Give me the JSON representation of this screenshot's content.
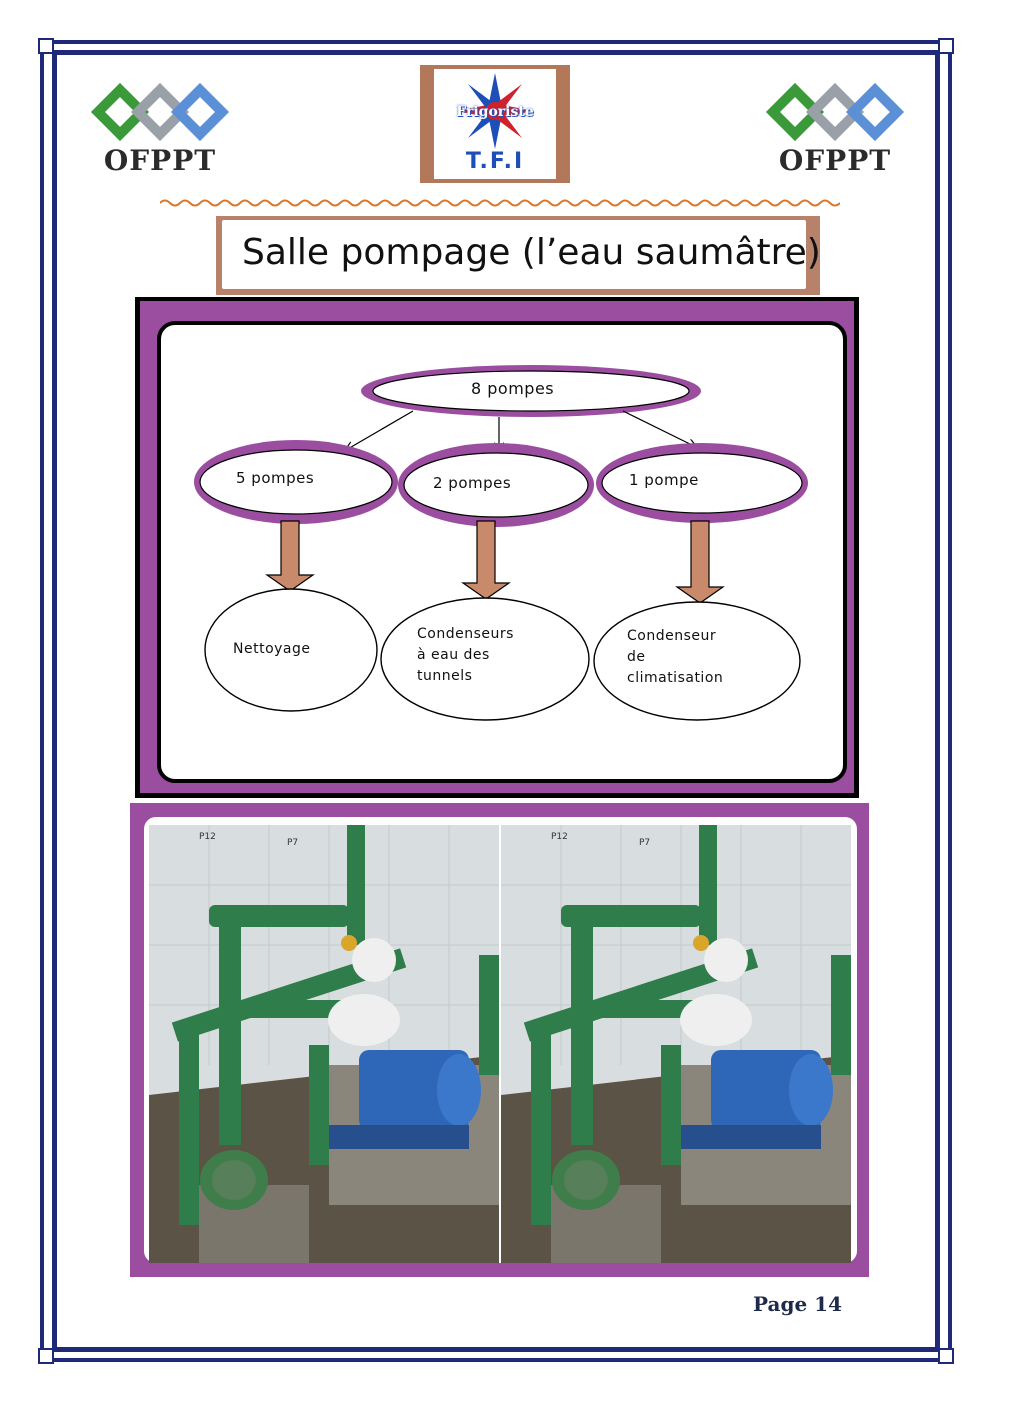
{
  "header": {
    "left_logo_text": "OFPPT",
    "right_logo_text": "OFPPT",
    "center_logo": {
      "top_text": "Frigoriste",
      "bottom_text": "T.F.I"
    }
  },
  "title": "Salle pompage (l’eau saumâtre)",
  "diagram": {
    "root": "8 pompes",
    "branches": [
      {
        "label": "5 pompes",
        "usage": "Nettoyage"
      },
      {
        "label": "2 pompes",
        "usage_lines": [
          "Condenseurs",
          "à eau des",
          "tunnels"
        ]
      },
      {
        "label": "1 pompe",
        "usage_lines": [
          "Condenseur",
          "de",
          "climatisation"
        ]
      }
    ]
  },
  "photos": [
    {
      "tags": [
        "P12",
        "P7"
      ]
    },
    {
      "tags": [
        "P12",
        "P7"
      ]
    }
  ],
  "footer": {
    "page_label": "Page 14"
  },
  "colors": {
    "frame": "#1e2a78",
    "purple": "#9b4ea0",
    "brown": "#b8826a",
    "pipe_green": "#2e7d4a",
    "motor_blue": "#2f67b8"
  }
}
